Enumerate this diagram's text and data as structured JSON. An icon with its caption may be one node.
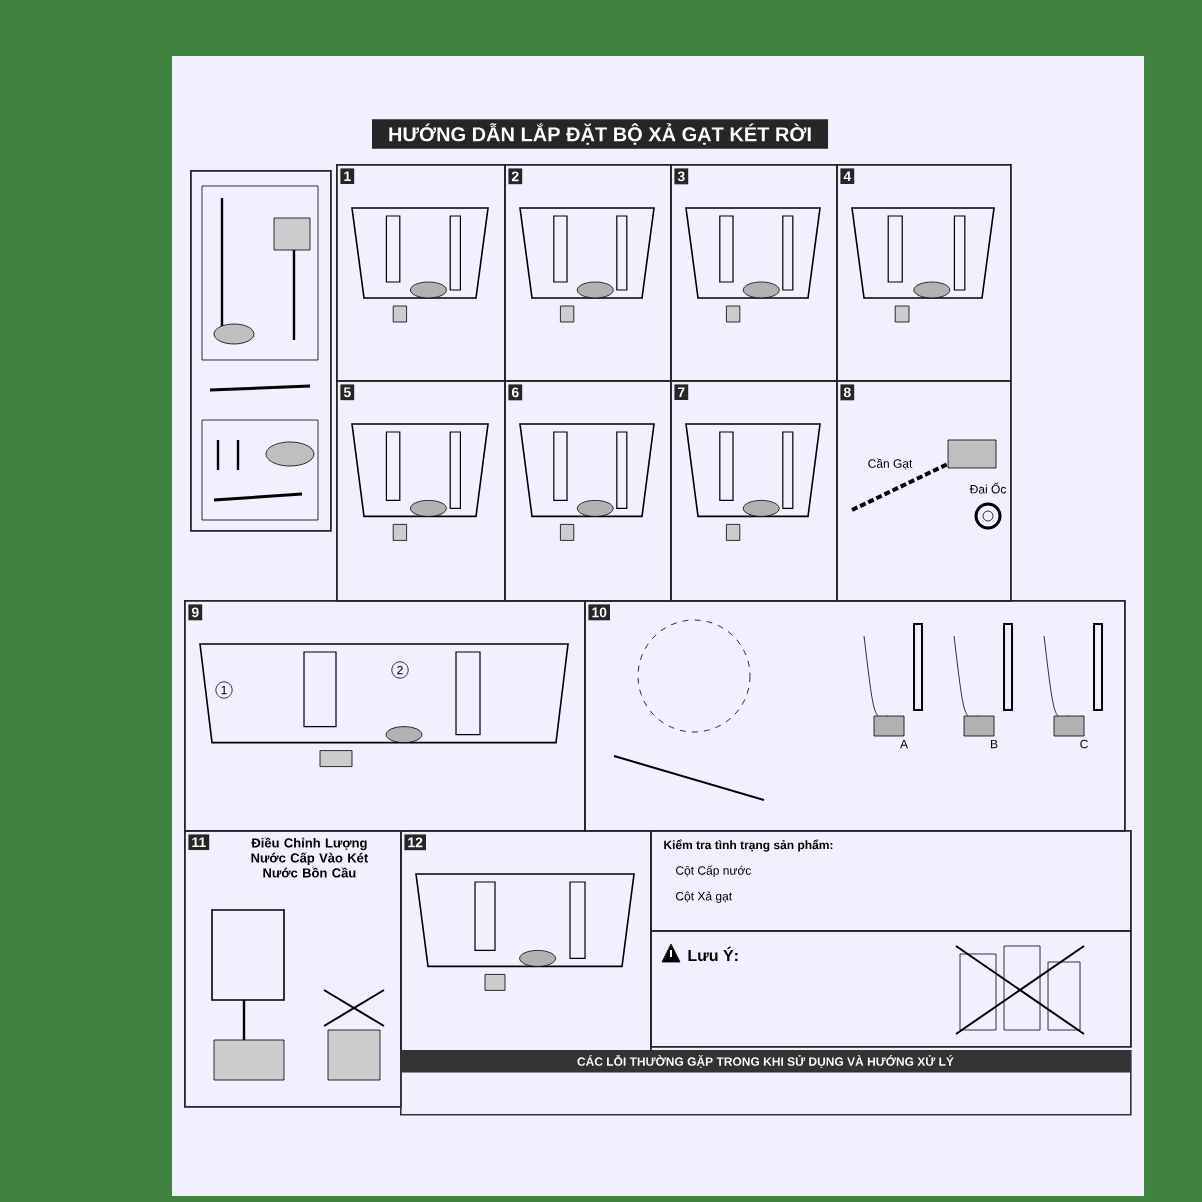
{
  "diagram": {
    "title": "HƯỚNG DẪN LẮP ĐẶT BỘ XẢ GẠT KÉT RỜI",
    "nodes": [
      {
        "text": [],
        "shape": "box"
      },
      {
        "text": [
          "1"
        ]
      },
      {
        "text": [
          "2"
        ]
      },
      {
        "text": [
          "3"
        ]
      },
      {
        "text": [
          "4"
        ]
      },
      {
        "text": [
          "5"
        ]
      },
      {
        "text": [
          "6"
        ]
      },
      {
        "text": [
          "7"
        ]
      },
      {
        "text": [
          "8"
        ]
      },
      {
        "text": [
          "9"
        ]
      },
      {
        "text": [
          "10"
        ]
      },
      {
        "text": [
          "11",
          "Điều Chỉnh Lượng Nước Cấp Vào Két Nước Bồn Cầu"
        ]
      },
      {
        "text": [
          "12"
        ]
      },
      {
        "text": [
          "Kiểm tra tình trạng sản phẩm:",
          "Cột Cấp nước",
          "Cột Xả gạt"
        ]
      },
      {
        "text": [
          "Lưu Ý:"
        ]
      },
      {
        "text": [
          "CÁC LỖI THƯỜNG GẶP TRONG KHI SỬ DỤNG VÀ HƯỚNG XỬ LÝ"
        ]
      }
    ],
    "labels": [
      "Cần Gạt",
      "Đai Ốc",
      "1",
      "2",
      "A",
      "B",
      "C"
    ]
  }
}
